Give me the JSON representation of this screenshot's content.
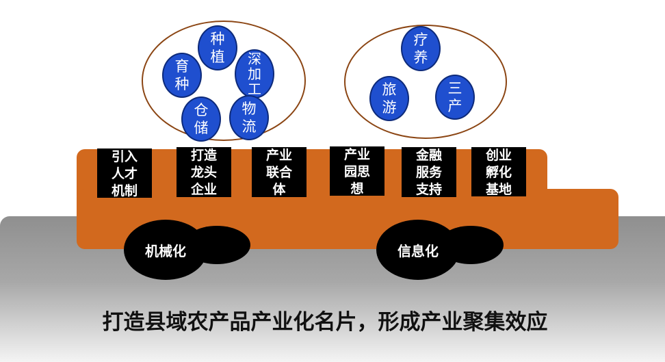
{
  "left_cluster": {
    "nodes": [
      "种\n植",
      "育\n种",
      "深\n加\n工",
      "仓\n储",
      "物\n流"
    ]
  },
  "right_cluster": {
    "nodes": [
      "疗\n养",
      "旅\n游",
      "三\n产"
    ]
  },
  "bus": {
    "boxes": [
      "引入\n人才\n机制",
      "打造\n龙头\n企业",
      "产业\n联合\n体",
      "产业\n园思\n想",
      "金融\n服务\n支持",
      "创业\n孵化\n基地"
    ],
    "wheels": [
      "机械化",
      "信息化"
    ]
  },
  "slogan": "打造县域农产品产业化名片，形成产业聚集效应",
  "colors": {
    "bus": "#d2691e",
    "node": "#1f4fcf",
    "oval_border": "#8b4513",
    "ground": "#a8a8a8"
  }
}
